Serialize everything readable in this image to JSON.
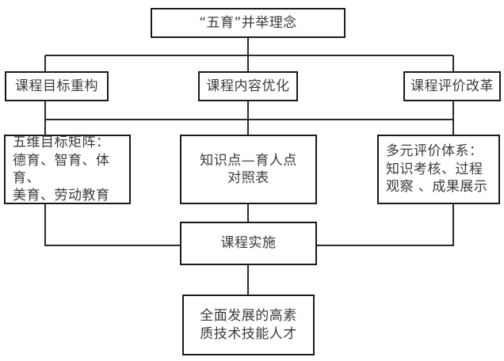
{
  "diagram": {
    "type": "flowchart",
    "orientation": "top-down",
    "line_color": "#2b2b2b",
    "box_border_color": "#1a1a1a",
    "box_fill_color": "#ffffff",
    "text_color": "#3b3b3b",
    "background_color": "#ffffff",
    "nodes": {
      "root": {
        "id": "root",
        "label": "“五育”并举理念",
        "level": 1
      },
      "pillar_goal": {
        "id": "pillar_goal",
        "label": "课程目标重构",
        "level": 2
      },
      "pillar_content": {
        "id": "pillar_content",
        "label": "课程内容优化",
        "level": 2
      },
      "pillar_evaluation": {
        "id": "pillar_evaluation",
        "label": "课程评价改革",
        "level": 2
      },
      "detail_goal": {
        "id": "detail_goal",
        "label": "五维目标矩阵：\n德育、智育、体育、\n美育、劳动教育",
        "level": 3
      },
      "detail_content": {
        "id": "detail_content",
        "label": "知识点—育人点\n对照表",
        "level": 3
      },
      "detail_evaluation": {
        "id": "detail_evaluation",
        "label": "多元评价体系：\n知识考核、过程\n观察 、成果展示",
        "level": 3
      },
      "implementation": {
        "id": "implementation",
        "label": "课程实施",
        "level": 4
      },
      "outcome": {
        "id": "outcome",
        "label": "全面发展的高素\n质技术技能人才",
        "level": 5
      }
    },
    "edges": [
      {
        "from": "root",
        "to": "pillar_goal"
      },
      {
        "from": "root",
        "to": "pillar_content"
      },
      {
        "from": "root",
        "to": "pillar_evaluation"
      },
      {
        "from": "pillar_goal",
        "to": "detail_goal"
      },
      {
        "from": "pillar_content",
        "to": "detail_content"
      },
      {
        "from": "pillar_evaluation",
        "to": "detail_evaluation"
      },
      {
        "from": "detail_goal",
        "to": "implementation"
      },
      {
        "from": "detail_content",
        "to": "implementation"
      },
      {
        "from": "detail_evaluation",
        "to": "implementation"
      },
      {
        "from": "implementation",
        "to": "outcome"
      }
    ]
  }
}
